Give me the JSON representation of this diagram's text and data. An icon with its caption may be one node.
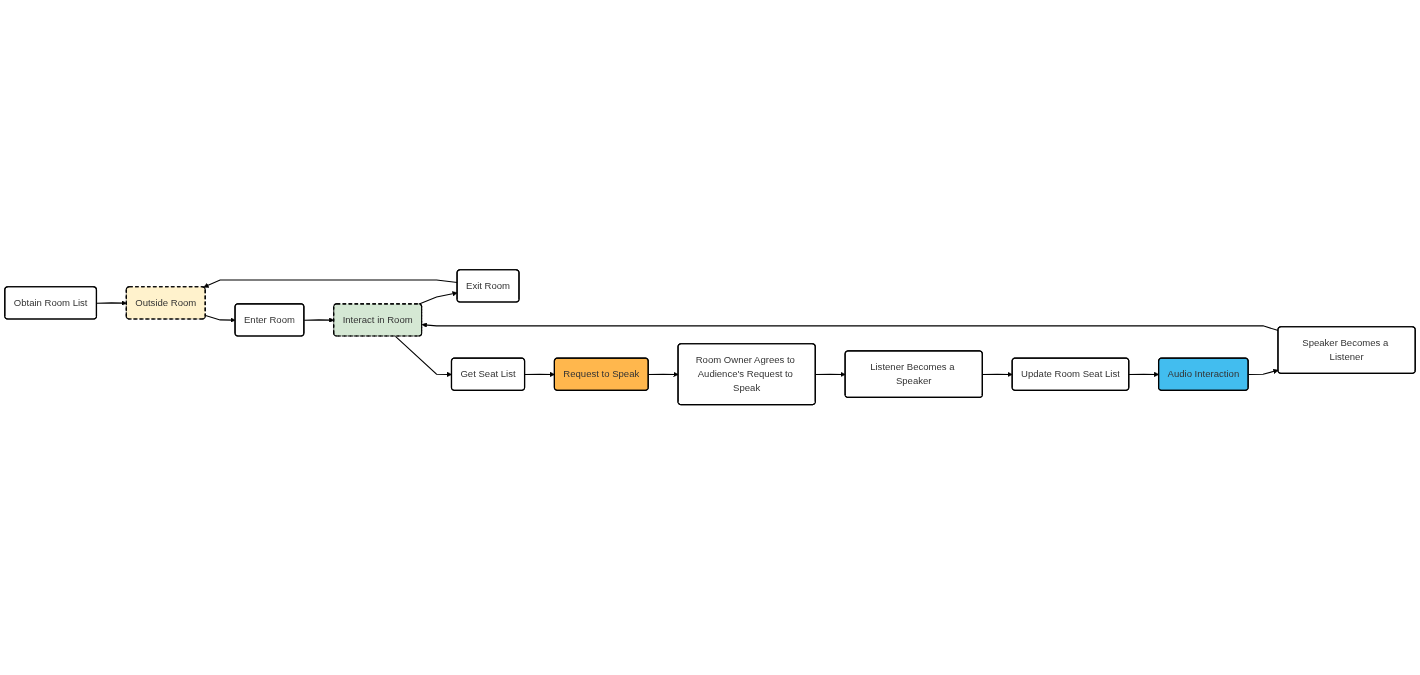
{
  "diagram": {
    "nodes": [
      {
        "text": [
          "Obtain Room List"
        ]
      },
      {
        "text": [
          "Outside Room"
        ]
      },
      {
        "text": [
          "Enter Room"
        ]
      },
      {
        "text": [
          "Interact in Room"
        ]
      },
      {
        "text": [
          "Exit Room"
        ]
      },
      {
        "text": [
          "Get Seat List"
        ]
      },
      {
        "text": [
          "Request to Speak"
        ]
      },
      {
        "text": [
          "Room Owner Agrees to Audience's Request to Speak"
        ]
      },
      {
        "text": [
          "Listener Becomes a Speaker"
        ]
      },
      {
        "text": [
          "Update Room Seat List"
        ]
      },
      {
        "text": [
          "Audio Interaction"
        ]
      },
      {
        "text": [
          "Speaker Becomes a Listener"
        ]
      }
    ],
    "edges": [
      {
        "from": 0,
        "to": 1,
        "arrow": "to"
      },
      {
        "from": 1,
        "to": 2,
        "arrow": "to"
      },
      {
        "from": 2,
        "to": 3,
        "arrow": "to"
      },
      {
        "from": 3,
        "to": 4,
        "arrow": "to"
      },
      {
        "from": 4,
        "to": 1,
        "arrow": "to"
      },
      {
        "from": 3,
        "to": 5,
        "arrow": "to"
      },
      {
        "from": 5,
        "to": 6,
        "arrow": "to"
      },
      {
        "from": 6,
        "to": 7,
        "arrow": "to"
      },
      {
        "from": 7,
        "to": 8,
        "arrow": "to"
      },
      {
        "from": 8,
        "to": 9,
        "arrow": "to"
      },
      {
        "from": 9,
        "to": 10,
        "arrow": "to"
      },
      {
        "from": 10,
        "to": 11,
        "arrow": "to"
      },
      {
        "from": 11,
        "to": 3,
        "arrow": "to"
      }
    ]
  }
}
